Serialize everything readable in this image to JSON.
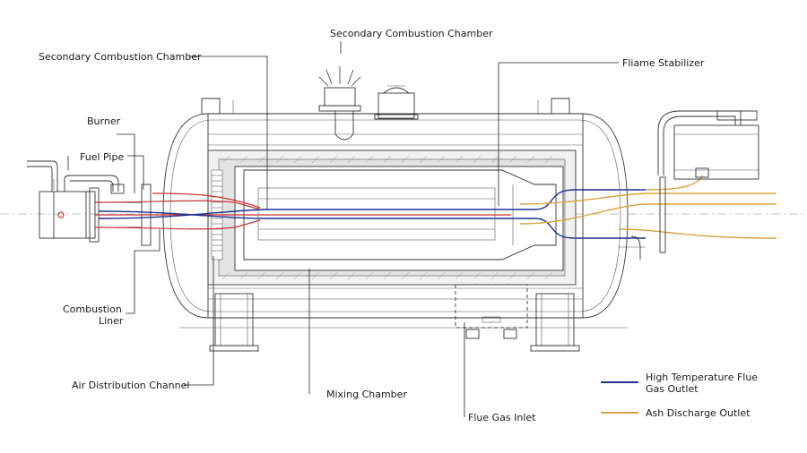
{
  "labels": {
    "secondary_chamber_top": "Secondary Combustion Chamber",
    "secondary_chamber_left": "Secondary Combustion Chamber",
    "flame_stabilizer": "Fliame Stabilizer",
    "burner": "Burner",
    "fuel_pipe": "Fuel Pipe",
    "combustion_liner_1": "Combustion",
    "combustion_liner_2": "Liner",
    "air_distribution": "Air Distribution Channel",
    "mixing_chamber": "Mixing Chamber",
    "flue_gas_inlet": "Flue Gas Inlet"
  },
  "legend": {
    "items": [
      {
        "text_1": "High Temperature Flue",
        "text_2": "Gas Outlet",
        "color": "#1f2f8f"
      },
      {
        "text_1": "Ash Discharge Outlet",
        "text_2": "",
        "color": "#d9a441"
      }
    ]
  },
  "colors": {
    "fuel_line": "#c83232",
    "flue_gas_line": "#1f2f8f",
    "ash_line": "#d9a441"
  }
}
